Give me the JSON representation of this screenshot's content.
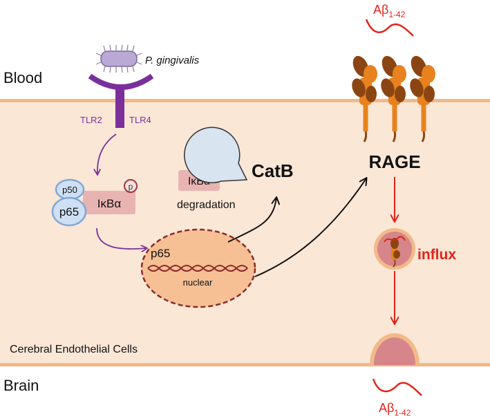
{
  "regions": {
    "blood": "Blood",
    "cells": "Cerebral Endothelial Cells",
    "brain": "Brain"
  },
  "pathogen": {
    "name": "P. gingivalis"
  },
  "receptors": {
    "tlr2": "TLR2",
    "tlr4": "TLR4"
  },
  "complex": {
    "p50": "p50",
    "p65": "p65",
    "ikba": "IκBα",
    "phospho": "p"
  },
  "nucleus": {
    "p65": "p65",
    "label": "nuclear"
  },
  "degradation": {
    "ikba": "IκBα",
    "label": "degradation"
  },
  "catb": "CatB",
  "rage": "RAGE",
  "influx": "influx",
  "abeta_top": {
    "main": "Aβ",
    "sub": "1-42"
  },
  "abeta_bottom": {
    "main": "Aβ",
    "sub": "1-42"
  },
  "colors": {
    "cell_fill": "#fbe7d6",
    "membrane": "#f2b98a",
    "receptor_purple": "#7b2f9b",
    "rage_dark": "#8b4512",
    "rage_orange": "#e8821e",
    "red": "#e2231a",
    "nucleus_fill": "#f6c094",
    "nucleus_border": "#8b2a2a",
    "ikba_fill": "#e8b4b2",
    "subunit_fill": "#cfe0f5",
    "subunit_stroke": "#7fa8d8",
    "catb_fill": "#d9e4f1"
  }
}
